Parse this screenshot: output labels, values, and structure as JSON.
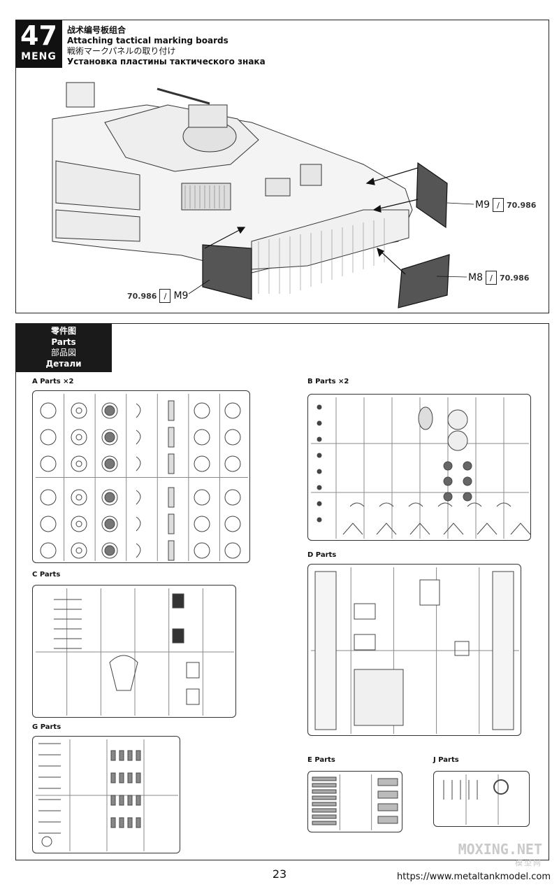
{
  "step": {
    "number": "47",
    "brand": "MENG",
    "title_zh": "战术编号板组合",
    "title_en": "Attaching tactical marking boards",
    "title_ja": "戦術マークパネルの取り付け",
    "title_ru": "Установка пластины тактического знака",
    "callouts": [
      {
        "part": "M9",
        "code": "70.986"
      },
      {
        "part": "M8",
        "code": "70.986"
      },
      {
        "part": "M9",
        "code": "70.986"
      }
    ]
  },
  "parts": {
    "header_zh": "零件图",
    "header_en": "Parts",
    "header_ja": "部品図",
    "header_ru": "Детали",
    "sprues": [
      {
        "id": "A",
        "label": "A Parts  ×2"
      },
      {
        "id": "B",
        "label": "B Parts  ×2"
      },
      {
        "id": "C",
        "label": "C Parts"
      },
      {
        "id": "D",
        "label": "D Parts"
      },
      {
        "id": "G",
        "label": "G Parts"
      },
      {
        "id": "E",
        "label": "E Parts"
      },
      {
        "id": "J",
        "label": "J Parts"
      }
    ]
  },
  "footer": {
    "page_number": "23",
    "url": "https://www.metaltankmodel.com",
    "watermark": "MOXING.NET",
    "watermark_sub": "模型网"
  }
}
